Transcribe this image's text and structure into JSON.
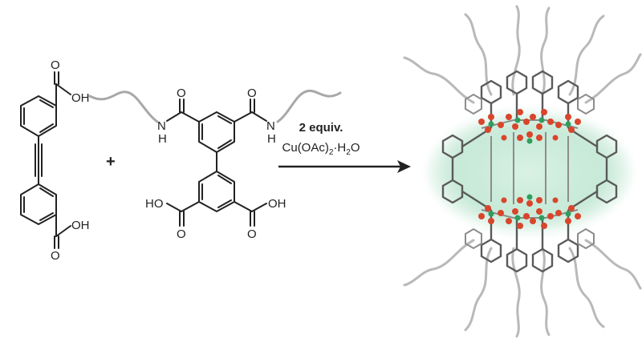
{
  "scheme": {
    "molecule1": {
      "labels": [
        "O",
        "OH",
        "OH",
        "O"
      ]
    },
    "plus_sign": "+",
    "molecule2": {
      "labels": [
        "O",
        "O",
        "N",
        "H",
        "N",
        "H",
        "HO",
        "OH",
        "O",
        "O"
      ]
    },
    "reagents": {
      "equivalents": "2 equiv.",
      "reagent": "Cu(OAc)",
      "subscript": "2",
      "hydrate": "·H",
      "hydrate_subscript": "2",
      "hydrate_tail": "O"
    }
  },
  "colors": {
    "bond": "#222222",
    "chain": "#a8a8a8",
    "framework": "#5a5a5a",
    "oxygen": "#d9452b",
    "copper": "#2f9e5d",
    "glow": "#bfe6d2"
  }
}
